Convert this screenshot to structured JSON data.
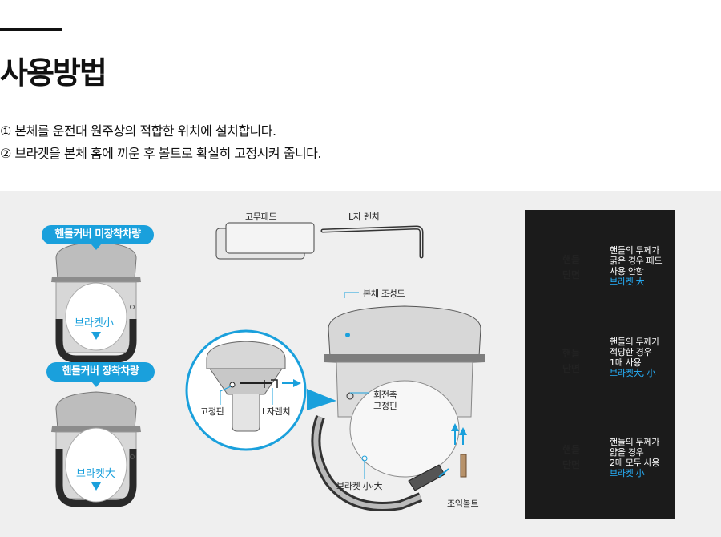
{
  "title": "사용방법",
  "steps": [
    "① 본체를 운전대 원주상의 적합한 위치에 설치합니다.",
    "② 브라켓을 본체 홈에 끼운 후 볼트로 확실히 고정시켜 줍니다."
  ],
  "left": {
    "pill_top": "핸들커버 미장착차량",
    "bracket_top": "브라켓小",
    "pill_bottom": "핸들커버 장착차량",
    "bracket_bottom": "브라켓大"
  },
  "center": {
    "pad": "고무패드",
    "wrench": "L자 렌치",
    "body": "본체 조성도",
    "fix_pin": "고정핀",
    "l_wrench": "L자렌치",
    "pivot_line1": "회전축",
    "pivot_line2": "고정핀",
    "bracket": "브라켓 小·大",
    "bolt": "조임볼트"
  },
  "right": {
    "cross_section_1": "핸들",
    "cross_section_2": "단면",
    "items": [
      {
        "l1": "핸들의 두께가",
        "l2": "굵은 경우 패드",
        "l3": "사용 안함",
        "hl": "브라켓 大"
      },
      {
        "l1": "핸들의 두께가",
        "l2": "적당한 경우",
        "l3": "1매 사용",
        "hl": "브라켓大, 小"
      },
      {
        "l1": "핸들의 두께가",
        "l2": "얇을 경우",
        "l3": "2매 모두 사용",
        "hl": "브라켓 小"
      }
    ]
  },
  "colors": {
    "accent": "#1aa0dc",
    "highlight": "#27b3ff",
    "dark_panel": "#1b1b1b",
    "panel_bg": "#efefef"
  }
}
